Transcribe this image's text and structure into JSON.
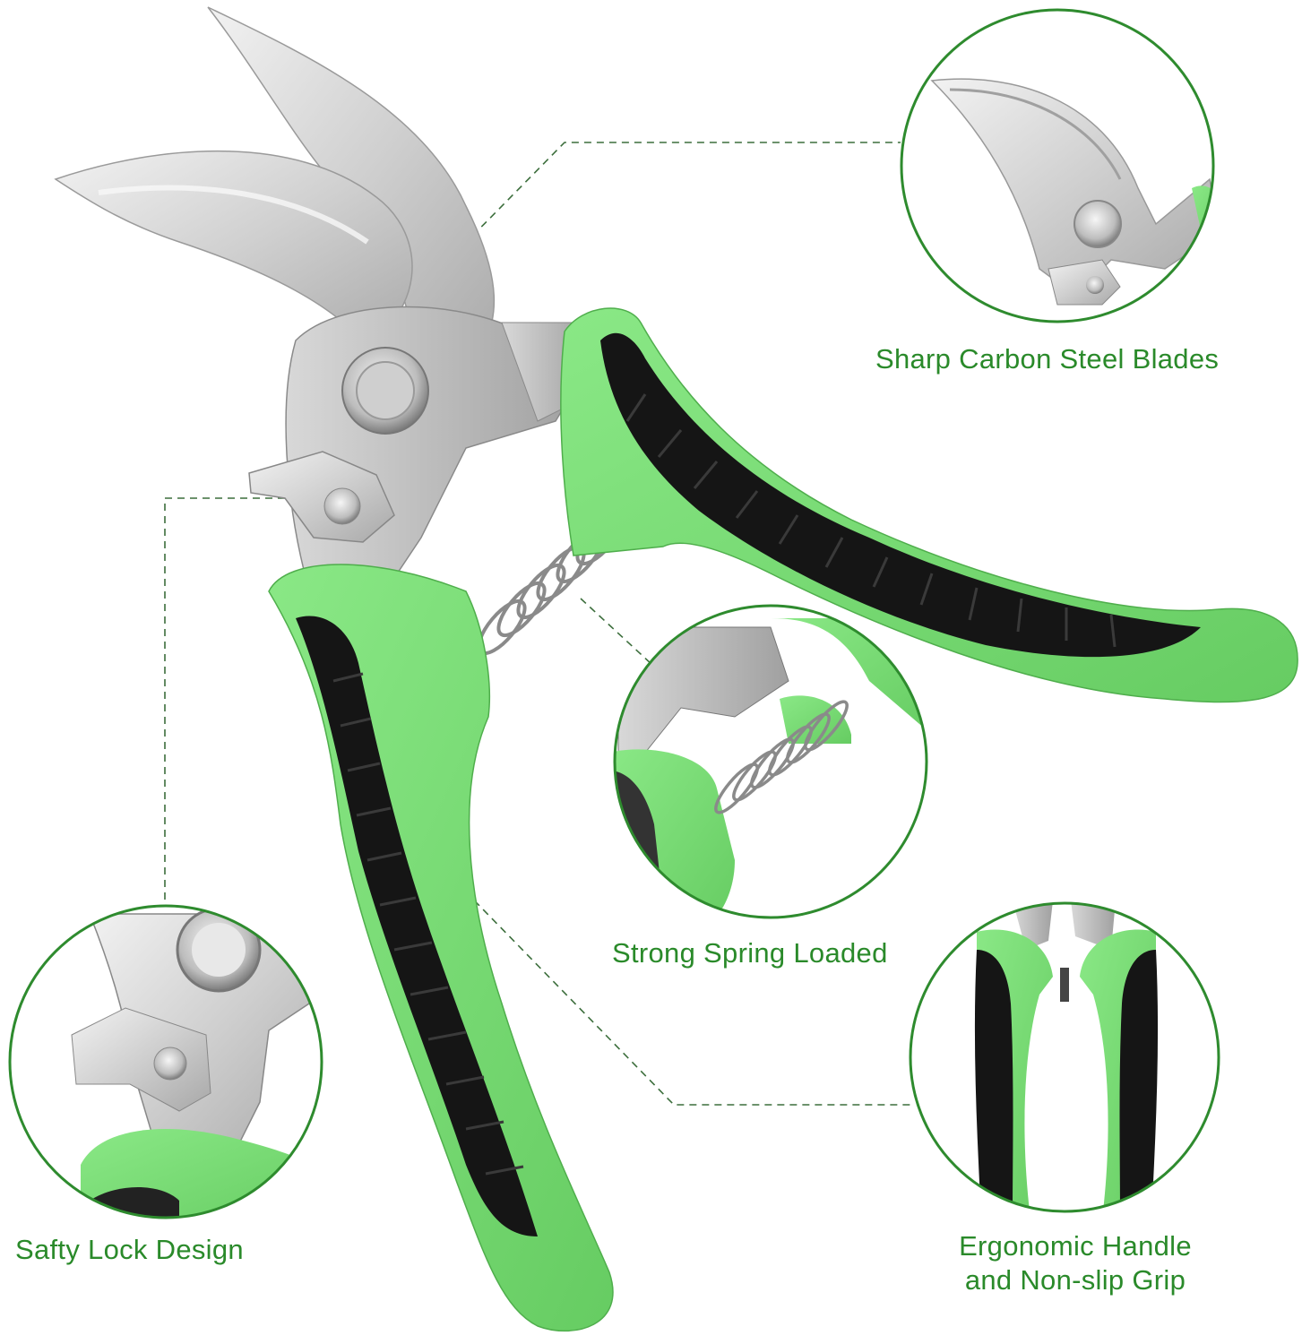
{
  "colors": {
    "label_green": "#2a8a2a",
    "circle_border": "#2e8b2e",
    "leader_line": "#3c6e3c",
    "handle_green": "#7ee07a",
    "handle_green_dark": "#5cc458",
    "grip_black": "#151515",
    "steel_light": "#e6e6e6",
    "steel_mid": "#c4c4c4",
    "steel_dark": "#8e8e8e",
    "background": "#ffffff"
  },
  "product": {
    "name": "bypass-pruning-shears",
    "illustration": "garden-pruning-shears"
  },
  "features": [
    {
      "id": "blades",
      "label": "Sharp Carbon Steel Blades"
    },
    {
      "id": "spring",
      "label": "Strong Spring Loaded"
    },
    {
      "id": "lock",
      "label": "Safty Lock Design"
    },
    {
      "id": "grip",
      "label_line1": "Ergonomic Handle",
      "label_line2": "and Non-slip Grip"
    }
  ]
}
